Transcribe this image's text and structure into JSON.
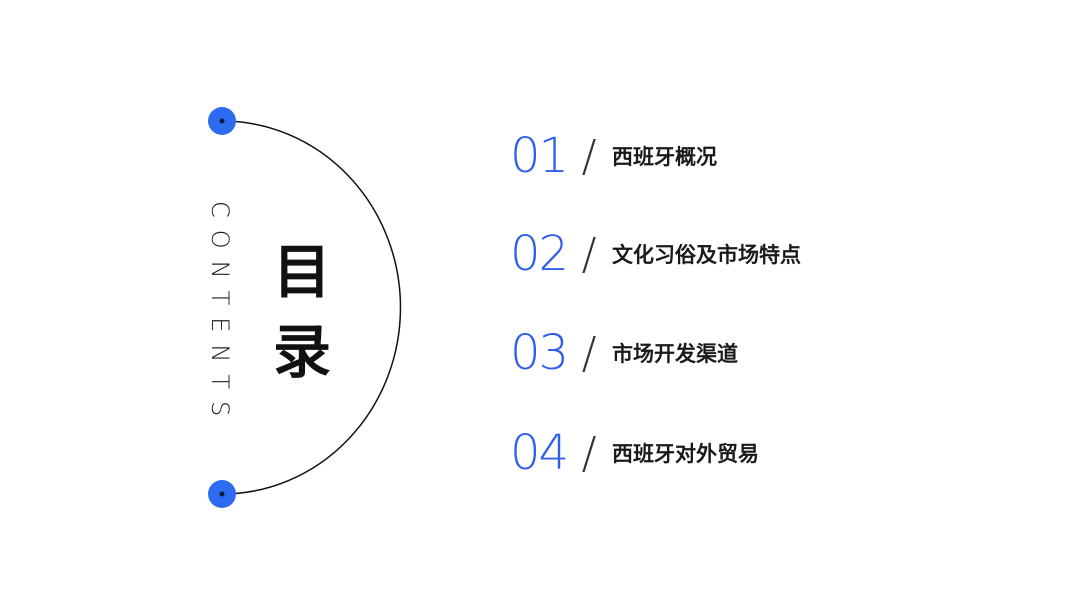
{
  "heading": {
    "vertical_text": "CONTENTS",
    "title_chars": [
      "目",
      "录"
    ]
  },
  "toc": [
    {
      "number": "01",
      "slash": "/",
      "label": "西班牙概况"
    },
    {
      "number": "02",
      "slash": "/",
      "label": "文化习俗及市场特点"
    },
    {
      "number": "03",
      "slash": "/",
      "label": "市场开发渠道"
    },
    {
      "number": "04",
      "slash": "/",
      "label": "西班牙对外贸易"
    }
  ],
  "colors": {
    "accent": "#2f5fe8",
    "dot": "#2d6cf0",
    "text": "#1a1a1a",
    "arc": "#111111"
  }
}
